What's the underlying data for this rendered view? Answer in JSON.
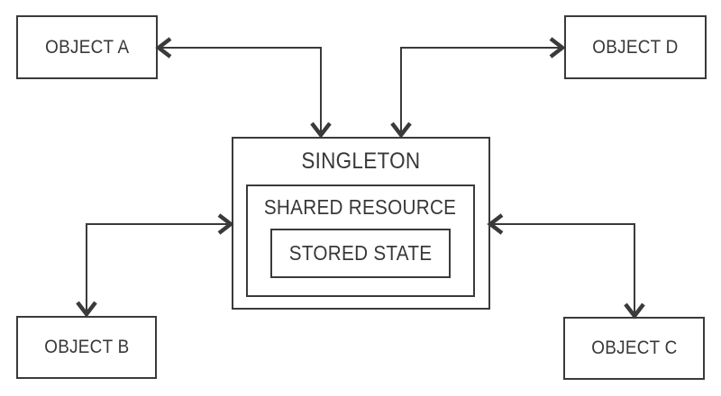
{
  "diagram": {
    "kind": "singleton-pattern-diagram",
    "objects": {
      "a": {
        "label": "OBJECT A"
      },
      "b": {
        "label": "OBJECT B"
      },
      "c": {
        "label": "OBJECT C"
      },
      "d": {
        "label": "OBJECT D"
      }
    },
    "singleton": {
      "label": "SINGLETON",
      "shared_resource": {
        "label": "SHARED RESOURCE",
        "stored_state": {
          "label": "STORED STATE"
        }
      }
    },
    "connections": [
      {
        "from": "singleton",
        "to": "object-a",
        "style": "bidirectional-elbow-arrow"
      },
      {
        "from": "singleton",
        "to": "object-b",
        "style": "bidirectional-elbow-arrow"
      },
      {
        "from": "singleton",
        "to": "object-c",
        "style": "bidirectional-elbow-arrow"
      },
      {
        "from": "singleton",
        "to": "object-d",
        "style": "bidirectional-elbow-arrow"
      }
    ],
    "colors": {
      "line": "#3a3a3a",
      "text": "#383838",
      "background": "#ffffff"
    }
  }
}
